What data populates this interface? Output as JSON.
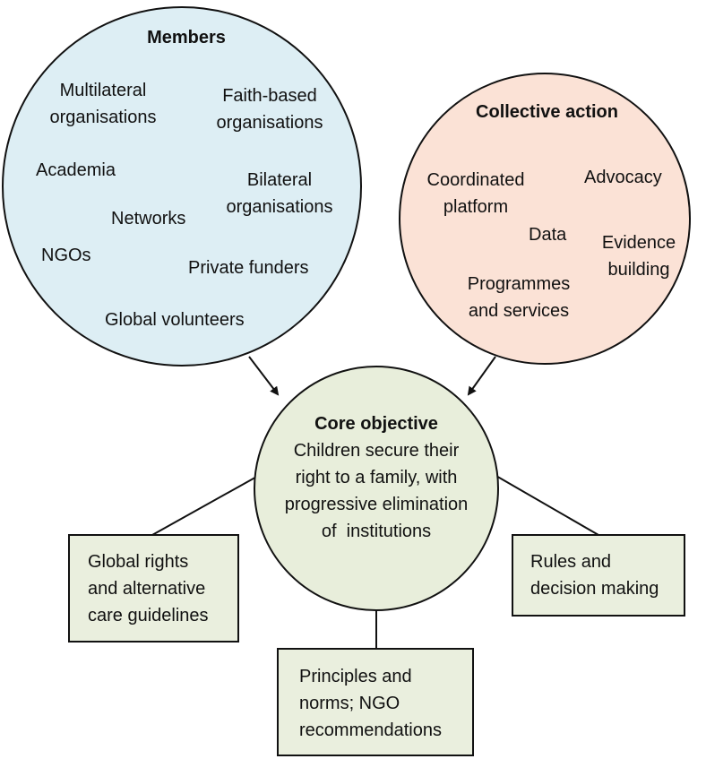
{
  "diagram": {
    "colors": {
      "members_fill": "#ddeef4",
      "action_fill": "#fbe2d6",
      "core_fill": "#e8eedb",
      "box_fill": "#eaefde",
      "stroke": "#111111"
    },
    "members": {
      "title": "Members",
      "items": {
        "multilateral": "Multilateral\norganisations",
        "faith": "Faith-based\norganisations",
        "academia": "Academia",
        "bilateral": "Bilateral\norganisations",
        "networks": "Networks",
        "ngos": "NGOs",
        "private": "Private funders",
        "volunteers": "Global volunteers"
      }
    },
    "collective_action": {
      "title": "Collective action",
      "items": {
        "coordinated": "Coordinated\nplatform",
        "advocacy": "Advocacy",
        "data": "Data",
        "evidence": "Evidence\nbuilding",
        "programmes": "Programmes\nand services"
      }
    },
    "core": {
      "title": "Core objective",
      "text": "Children secure their\nright to a family, with\nprogressive elimination\nof  institutions"
    },
    "boxes": {
      "global_rights": "Global rights\nand alternative\ncare guidelines",
      "rules": "Rules and\ndecision making",
      "principles": "Principles and\nnorms; NGO\nrecommendations"
    }
  }
}
